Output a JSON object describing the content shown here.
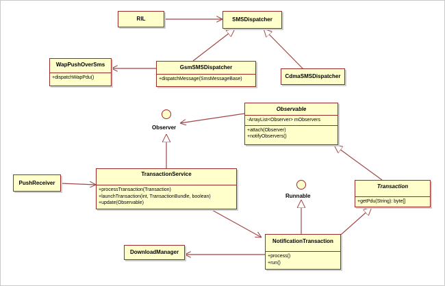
{
  "classes": {
    "ril": {
      "name": "RIL"
    },
    "sms_dispatcher": {
      "name": "SMSDispatcher"
    },
    "wap_push_over_sms": {
      "name": "WapPushOverSms",
      "operations": [
        "+dispatchWapPdu()"
      ]
    },
    "gsm_sms_dispatcher": {
      "name": "GsmSMSDispatcher",
      "operations": [
        "+dispatchMessage(SmsMessageBase)"
      ]
    },
    "cdma_sms_dispatcher": {
      "name": "CdmaSMSDispatcher"
    },
    "observable": {
      "name": "Observable",
      "attributes": [
        "-ArrayList<Observer> mObservers"
      ],
      "operations": [
        "+attach(Observer)",
        "+notifyObservers()"
      ]
    },
    "push_receiver": {
      "name": "PushReceiver"
    },
    "transaction_service": {
      "name": "TransactionService",
      "operations": [
        "+processTransaction(Transaction)",
        "+launchTransaction(int, TransactionBundle, boolean)",
        "+update(Observable)"
      ]
    },
    "transaction": {
      "name": "Transaction",
      "operations": [
        "+getPdu(String): byte[]"
      ]
    },
    "download_manager": {
      "name": "DownloadManager"
    },
    "notification_transaction": {
      "name": "NotificationTransaction",
      "operations": [
        "+process()",
        "+run()"
      ]
    }
  },
  "interfaces": {
    "observer": {
      "name": "Observer"
    },
    "runnable": {
      "name": "Runnable"
    }
  },
  "colors": {
    "fill": "#ffffcc",
    "border": "#9a2a2a",
    "line": "#a14545"
  }
}
